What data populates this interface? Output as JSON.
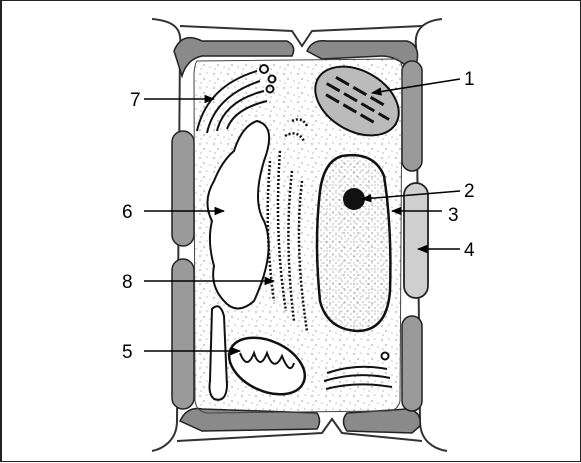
{
  "figure": {
    "labels": [
      {
        "id": "label-1",
        "text": "1"
      },
      {
        "id": "label-2",
        "text": "2"
      },
      {
        "id": "label-3",
        "text": "3"
      },
      {
        "id": "label-4",
        "text": "4"
      },
      {
        "id": "label-5",
        "text": "5"
      },
      {
        "id": "label-6",
        "text": "6"
      },
      {
        "id": "label-7",
        "text": "7"
      },
      {
        "id": "label-8",
        "text": "8"
      }
    ]
  }
}
